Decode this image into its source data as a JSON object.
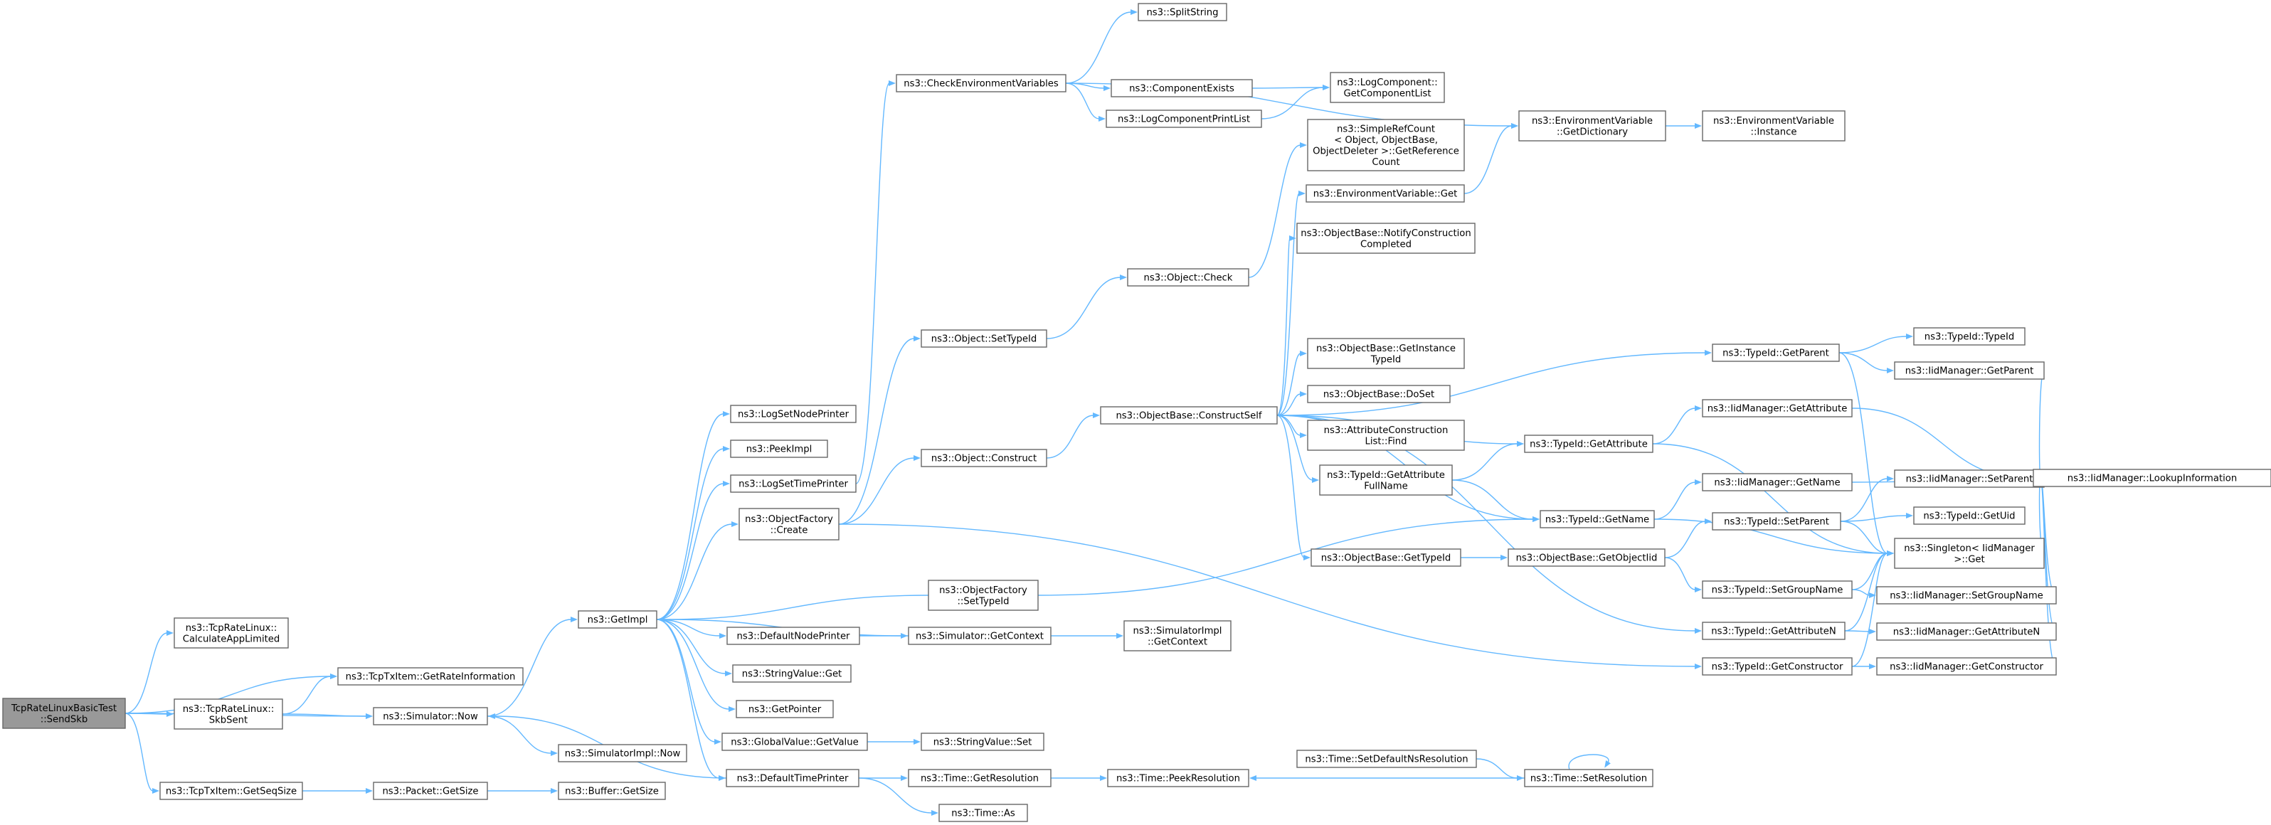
{
  "colors": {
    "edge": "#63b8ff",
    "node_border": "#666666",
    "node_fill": "#ffffff",
    "root_fill": "#999999"
  },
  "nodes": {
    "root": [
      "TcpRateLinuxBasicTest",
      "::SendSkb"
    ],
    "calcAppLimited": [
      "ns3::TcpRateLinux::",
      "CalculateAppLimited"
    ],
    "getRateInfo": [
      "ns3::TcpTxItem::GetRateInformation"
    ],
    "skbSent": [
      "ns3::TcpRateLinux::",
      "SkbSent"
    ],
    "simNow": [
      "ns3::Simulator::Now"
    ],
    "getSeqSize": [
      "ns3::TcpTxItem::GetSeqSize"
    ],
    "packetGetSize": [
      "ns3::Packet::GetSize"
    ],
    "bufferGetSize": [
      "ns3::Buffer::GetSize"
    ],
    "simImplNow": [
      "ns3::SimulatorImpl::Now"
    ],
    "getImpl": [
      "ns3::GetImpl"
    ],
    "logSetNodePrinter": [
      "ns3::LogSetNodePrinter"
    ],
    "peekImpl": [
      "ns3::PeekImpl"
    ],
    "logSetTimePrinter": [
      "ns3::LogSetTimePrinter"
    ],
    "objFactoryCreate": [
      "ns3::ObjectFactory",
      "::Create"
    ],
    "defaultNodePrinter": [
      "ns3::DefaultNodePrinter"
    ],
    "stringValueGet": [
      "ns3::StringValue::Get"
    ],
    "getPointer": [
      "ns3::GetPointer"
    ],
    "globalValueGetValue": [
      "ns3::GlobalValue::GetValue"
    ],
    "defaultTimePrinter": [
      "ns3::DefaultTimePrinter"
    ],
    "checkEnvVars": [
      "ns3::CheckEnvironmentVariables"
    ],
    "splitString": [
      "ns3::SplitString"
    ],
    "componentExists": [
      "ns3::ComponentExists"
    ],
    "logComponentPrintList": [
      "ns3::LogComponentPrintList"
    ],
    "logCompGetList": [
      "ns3::LogComponent::",
      "GetComponentList"
    ],
    "objSetTypeId": [
      "ns3::Object::SetTypeId"
    ],
    "objConstruct": [
      "ns3::Object::Construct"
    ],
    "objFactorySetTypeId": [
      "ns3::ObjectFactory",
      "::SetTypeId"
    ],
    "simGetContext": [
      "ns3::Simulator::GetContext"
    ],
    "simImplGetContext": [
      "ns3::SimulatorImpl",
      "::GetContext"
    ],
    "stringValueSet": [
      "ns3::StringValue::Set"
    ],
    "timeGetResolution": [
      "ns3::Time::GetResolution"
    ],
    "timeAs": [
      "ns3::Time::As"
    ],
    "timePeekResolution": [
      "ns3::Time::PeekResolution"
    ],
    "timeSetDefaultNs": [
      "ns3::Time::SetDefaultNsResolution"
    ],
    "timeSetResolution": [
      "ns3::Time::SetResolution"
    ],
    "objCheck": [
      "ns3::Object::Check"
    ],
    "constructSelf": [
      "ns3::ObjectBase::ConstructSelf"
    ],
    "simpleRefCount": [
      "ns3::SimpleRefCount",
      "< Object, ObjectBase,",
      " ObjectDeleter >::GetReference",
      "Count"
    ],
    "envVarGet": [
      "ns3::EnvironmentVariable::Get"
    ],
    "notifyConstructionCompleted": [
      "ns3::ObjectBase::NotifyConstruction",
      "Completed"
    ],
    "getInstanceTypeId": [
      "ns3::ObjectBase::GetInstance",
      "TypeId"
    ],
    "doSet": [
      "ns3::ObjectBase::DoSet"
    ],
    "attrConstructionListFind": [
      "ns3::AttributeConstruction",
      "List::Find"
    ],
    "typeIdGetAttrFullName": [
      "ns3::TypeId::GetAttribute",
      "FullName"
    ],
    "objBaseGetTypeId": [
      "ns3::ObjectBase::GetTypeId"
    ],
    "envVarGetDictionary": [
      "ns3::EnvironmentVariable",
      "::GetDictionary"
    ],
    "envVarInstance": [
      "ns3::EnvironmentVariable",
      "::Instance"
    ],
    "typeIdGetAttribute": [
      "ns3::TypeId::GetAttribute"
    ],
    "typeIdGetName": [
      "ns3::TypeId::GetName"
    ],
    "getObjectIid": [
      "ns3::ObjectBase::GetObjectIid"
    ],
    "typeIdGetParent": [
      "ns3::TypeId::GetParent"
    ],
    "iidGetAttribute": [
      "ns3::IidManager::GetAttribute"
    ],
    "iidGetName": [
      "ns3::IidManager::GetName"
    ],
    "typeIdSetParent": [
      "ns3::TypeId::SetParent"
    ],
    "typeIdSetGroupName": [
      "ns3::TypeId::SetGroupName"
    ],
    "typeIdGetAttributeN": [
      "ns3::TypeId::GetAttributeN"
    ],
    "typeIdGetConstructor": [
      "ns3::TypeId::GetConstructor"
    ],
    "typeIdTypeId": [
      "ns3::TypeId::TypeId"
    ],
    "iidGetParent": [
      "ns3::IidManager::GetParent"
    ],
    "iidSetParent": [
      "ns3::IidManager::SetParent"
    ],
    "typeIdGetUid": [
      "ns3::TypeId::GetUid"
    ],
    "singletonGet": [
      "ns3::Singleton< IidManager",
      " >::Get"
    ],
    "iidSetGroupName": [
      "ns3::IidManager::SetGroupName"
    ],
    "iidGetAttributeN": [
      "ns3::IidManager::GetAttributeN"
    ],
    "iidGetConstructor": [
      "ns3::IidManager::GetConstructor"
    ],
    "iidLookupInformation": [
      "ns3::IidManager::LookupInformation"
    ]
  }
}
